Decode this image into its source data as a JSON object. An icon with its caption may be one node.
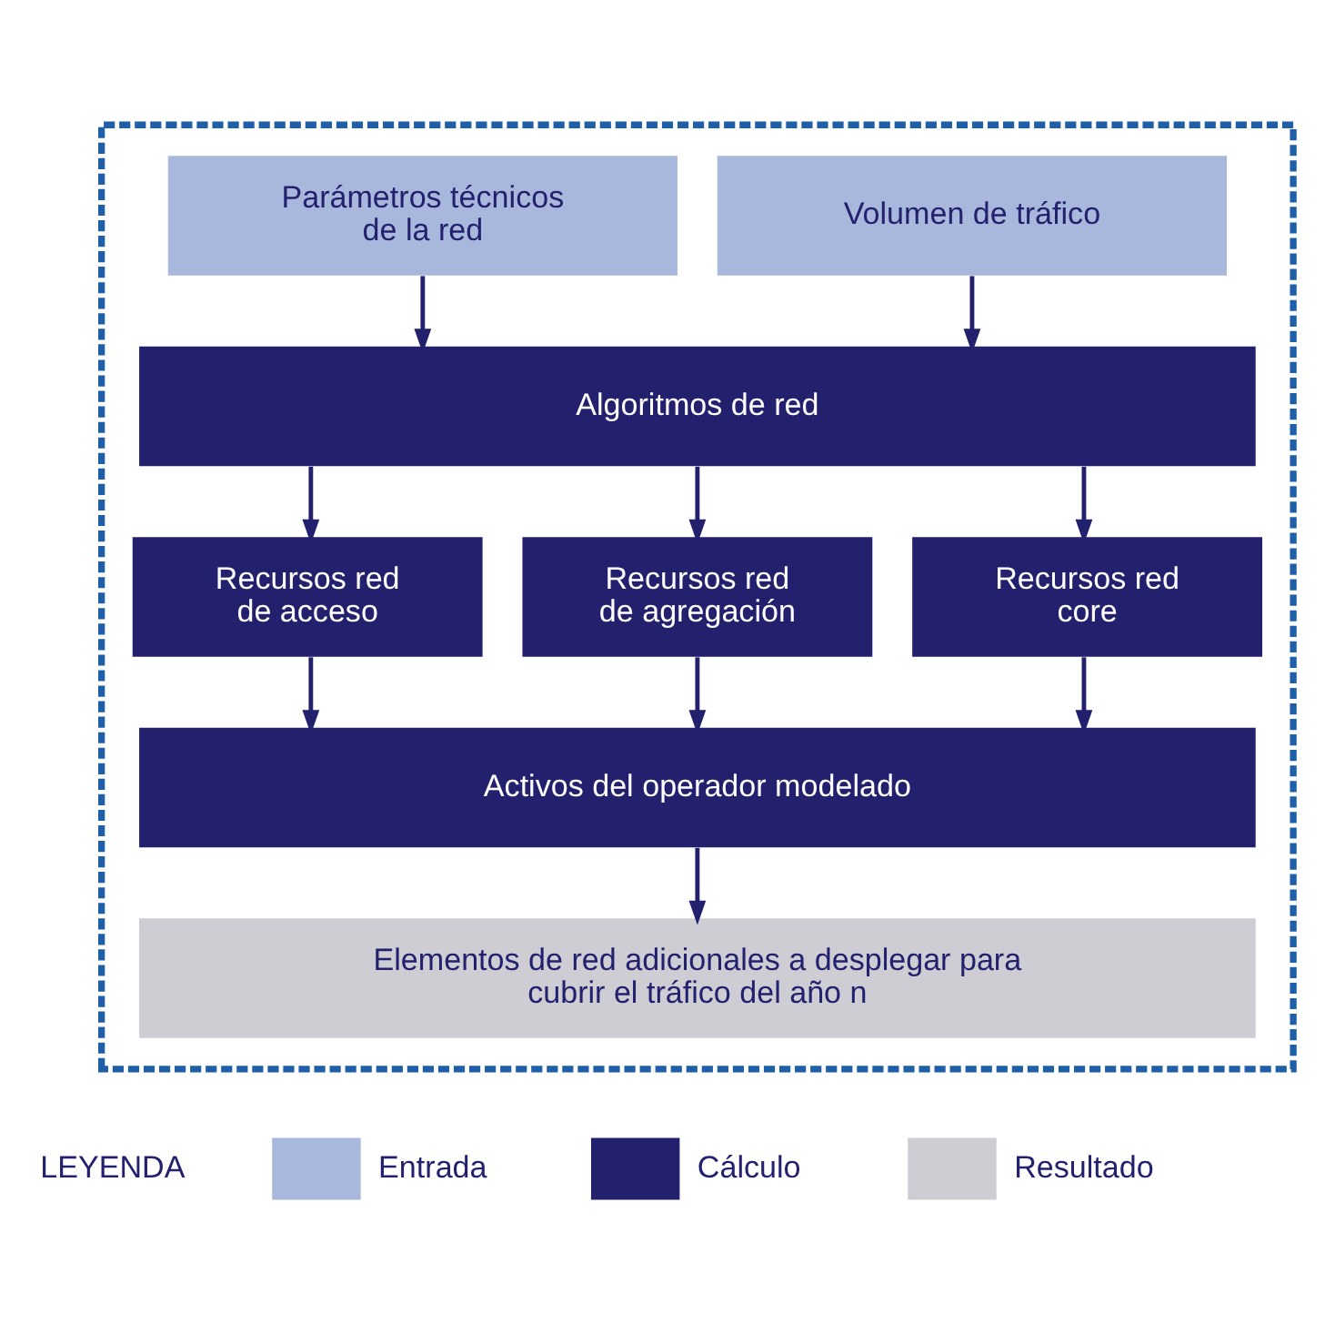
{
  "diagram": {
    "nodes": [
      {
        "text": [],
        "shape": "box"
      },
      {
        "text": [
          "Parámetros técnicos de la red"
        ],
        "in": 0
      },
      {
        "text": [
          "Volumen de tráfico"
        ],
        "in": 0
      },
      {
        "text": [
          "Algoritmos de red"
        ],
        "in": 0
      },
      {
        "text": [
          "Recursos red de acceso"
        ],
        "in": 0
      },
      {
        "text": [
          "Recursos red de agregación"
        ],
        "in": 0
      },
      {
        "text": [
          "Recursos red core"
        ],
        "in": 0
      },
      {
        "text": [
          "Activos del operador modelado"
        ],
        "in": 0
      },
      {
        "text": [
          "Elementos de red adicionales a desplegar para cubrir el tráfico del año n"
        ],
        "in": 0
      }
    ],
    "edges": [
      {
        "from": 1,
        "to": 3,
        "arrow": "to"
      },
      {
        "from": 2,
        "to": 3,
        "arrow": "to"
      },
      {
        "from": 3,
        "to": 4,
        "arrow": "to"
      },
      {
        "from": 3,
        "to": 5,
        "arrow": "to"
      },
      {
        "from": 3,
        "to": 6,
        "arrow": "to"
      },
      {
        "from": 4,
        "to": 7,
        "arrow": "to"
      },
      {
        "from": 5,
        "to": 7,
        "arrow": "to"
      },
      {
        "from": 6,
        "to": 7,
        "arrow": "to"
      },
      {
        "from": 7,
        "to": 8,
        "arrow": "to"
      }
    ],
    "labels": [
      "LEYENDA"
    ],
    "legend": [
      {
        "text": "Entrada",
        "color": "#a8b8dc"
      },
      {
        "text": "Cálculo",
        "color": "#23206e"
      },
      {
        "text": "Resultado",
        "color": "#cdcdd3"
      }
    ]
  }
}
